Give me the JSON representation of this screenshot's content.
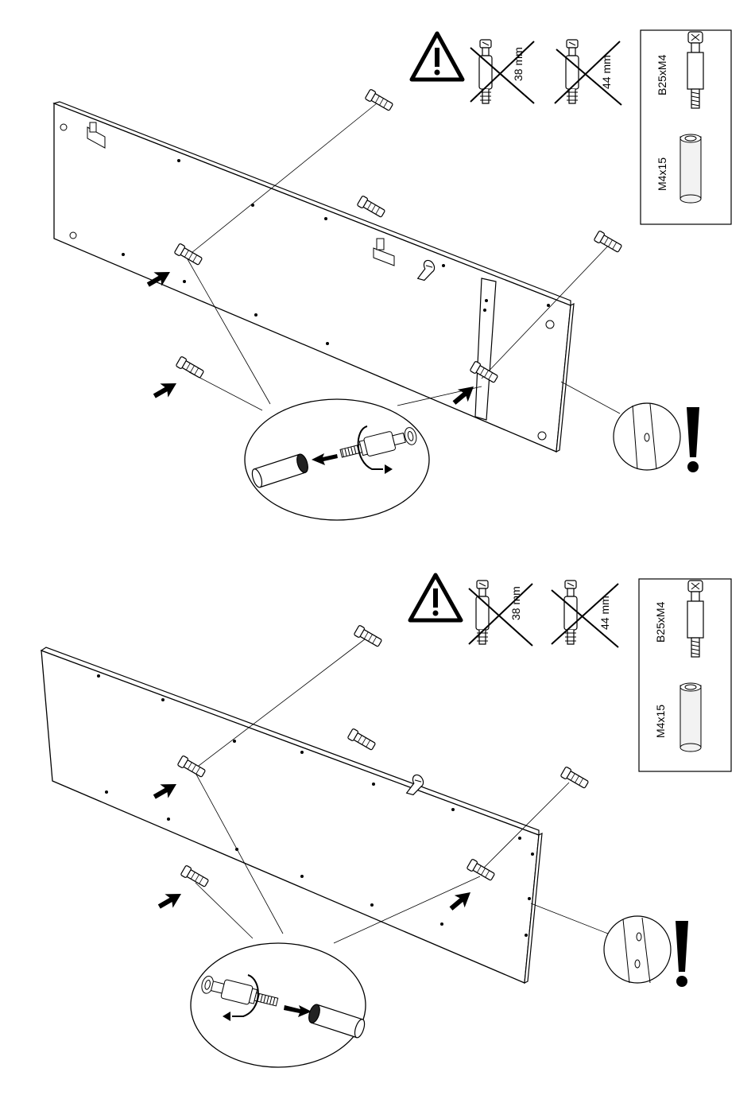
{
  "steps": [
    {
      "wrong_lengths": [
        "38 mm",
        "44 mm"
      ],
      "parts": {
        "bolt_label": "B25xM4",
        "sleeve_label": "M4x15"
      }
    },
    {
      "wrong_lengths": [
        "38 mm",
        "44 mm"
      ],
      "parts": {
        "bolt_label": "B25xM4",
        "sleeve_label": "M4x15"
      }
    }
  ],
  "colors": {
    "ink": "#000000",
    "paper": "#ffffff",
    "shade": "#d9d9d9"
  },
  "icons": [
    "warning-triangle-icon",
    "cross-out-icon",
    "insert-arrow-icon",
    "rotate-arrow-icon",
    "exclamation-icon"
  ]
}
